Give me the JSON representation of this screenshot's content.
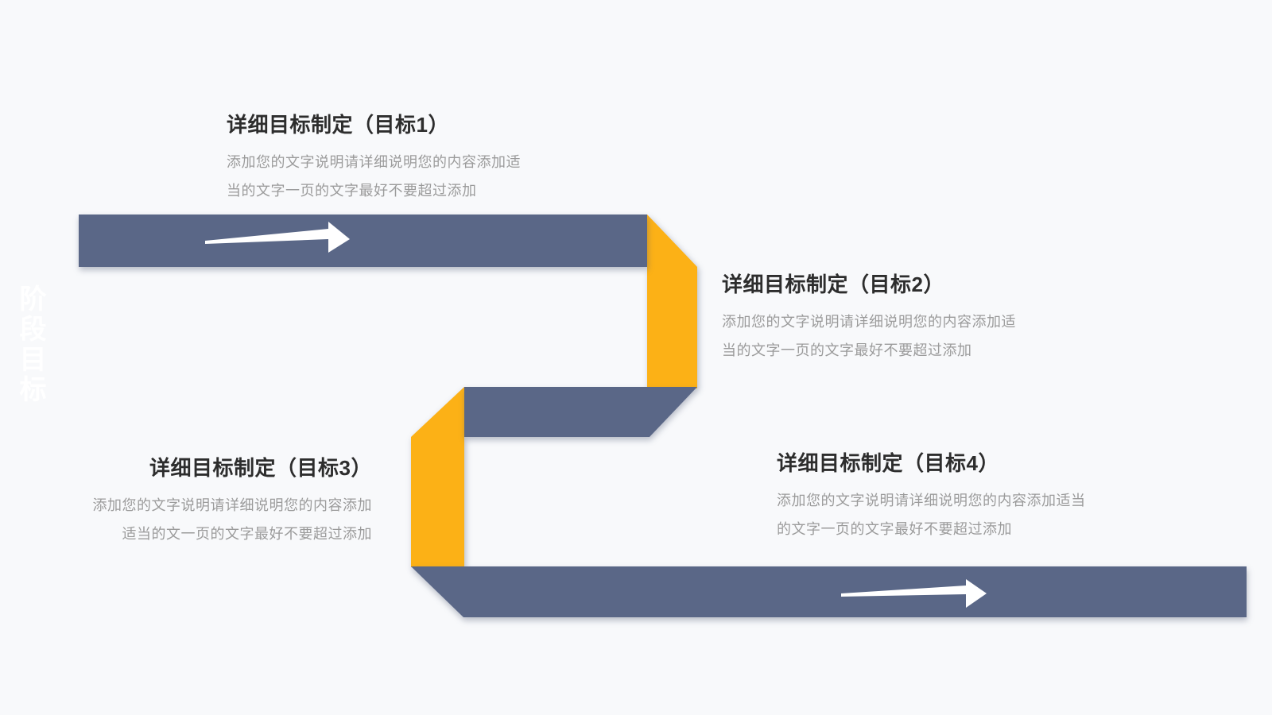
{
  "slide": {
    "background": "#f8f9fb",
    "watermark_text": "阶段目标"
  },
  "colors": {
    "ribbon": "#5a6787",
    "fold": "#fcb116",
    "arrow": "#ffffff",
    "title": "#2d2d2d",
    "body": "#9b9b9b"
  },
  "goals": [
    {
      "title": "详细目标制定（目标1）",
      "line1": "添加您的文字说明请详细说明您的内容添加适",
      "line2": "当的文字一页的文字最好不要超过添加"
    },
    {
      "title": "详细目标制定（目标2）",
      "line1": "添加您的文字说明请详细说明您的内容添加适",
      "line2": "当的文字一页的文字最好不要超过添加"
    },
    {
      "title": "详细目标制定（目标3）",
      "line1": "添加您的文字说明请详细说明您的内容添加",
      "line2": "适当的文一页的文字最好不要超过添加"
    },
    {
      "title": "详细目标制定（目标4）",
      "line1": "添加您的文字说明请详细说明您的内容添加适当",
      "line2": "的文字一页的文字最好不要超过添加"
    }
  ],
  "icons": {
    "arrow_1": "right-arrow",
    "arrow_2": "right-arrow"
  }
}
